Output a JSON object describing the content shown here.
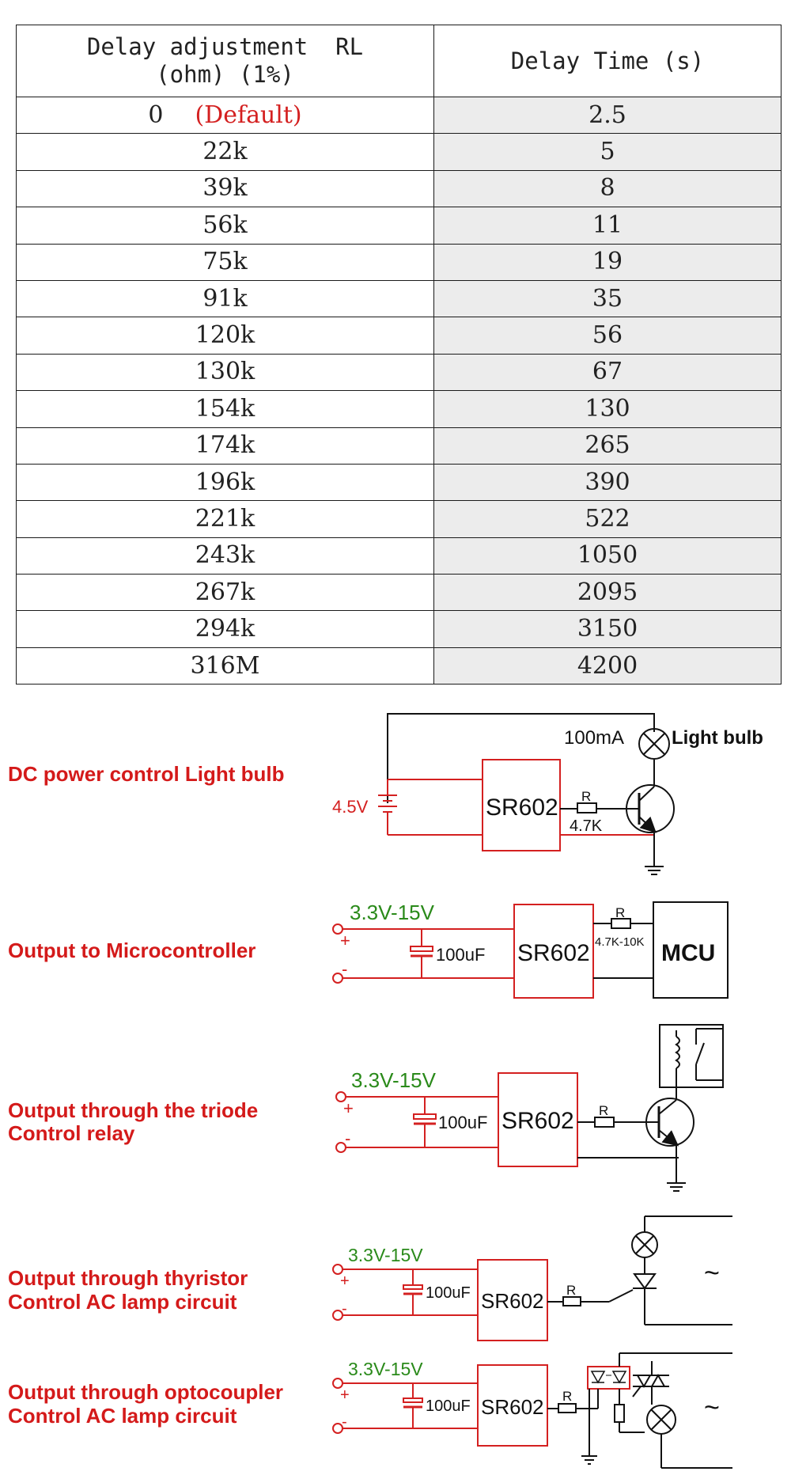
{
  "table": {
    "header": {
      "col1_line1": "Delay adjustment  RL",
      "col1_line2": "(ohm) (1%)",
      "col2": "Delay Time (s)"
    },
    "rows": [
      {
        "rl": "0",
        "note": "(Default)",
        "time": "2.5"
      },
      {
        "rl": "22k",
        "time": "5"
      },
      {
        "rl": "39k",
        "time": "8"
      },
      {
        "rl": "56k",
        "time": "11"
      },
      {
        "rl": "75k",
        "time": "19"
      },
      {
        "rl": "91k",
        "time": "35"
      },
      {
        "rl": "120k",
        "time": "56"
      },
      {
        "rl": "130k",
        "time": "67"
      },
      {
        "rl": "154k",
        "time": "130"
      },
      {
        "rl": "174k",
        "time": "265"
      },
      {
        "rl": "196k",
        "time": "390"
      },
      {
        "rl": "221k",
        "time": "522"
      },
      {
        "rl": "243k",
        "time": "1050"
      },
      {
        "rl": "267k",
        "time": "2095"
      },
      {
        "rl": "294k",
        "time": "3150"
      },
      {
        "rl": "316M",
        "time": "4200"
      }
    ]
  },
  "colors": {
    "wire_red": "#d42020",
    "voltage_green": "#2a8a1a",
    "label_red": "#d41a1a",
    "black": "#111111"
  },
  "circuits": [
    {
      "label_lines": [
        "DC power control Light bulb"
      ],
      "module": "SR602",
      "supply": "4.5V",
      "current": "100mA",
      "load": "Light bulb",
      "resistor": "R",
      "resistor_value": "4.7K"
    },
    {
      "label_lines": [
        "Output to Microcontroller"
      ],
      "module": "SR602",
      "supply": "3.3V-15V",
      "capacitor": "100uF",
      "resistor": "R",
      "resistor_value": "4.7K-10K",
      "load": "MCU",
      "plus": "+",
      "minus": "-"
    },
    {
      "label_lines": [
        "Output through the triode",
        "Control relay"
      ],
      "module": "SR602",
      "supply": "3.3V-15V",
      "capacitor": "100uF",
      "resistor": "R",
      "plus": "+",
      "minus": "-"
    },
    {
      "label_lines": [
        "Output through thyristor",
        "Control AC lamp circuit"
      ],
      "module": "SR602",
      "supply": "3.3V-15V",
      "capacitor": "100uF",
      "resistor": "R",
      "ac_symbol": "~",
      "plus": "+",
      "minus": "-"
    },
    {
      "label_lines": [
        "Output through optocoupler",
        "Control AC lamp circuit"
      ],
      "module": "SR602",
      "supply": "3.3V-15V",
      "capacitor": "100uF",
      "resistor": "R",
      "ac_symbol": "~",
      "plus": "+",
      "minus": "-"
    }
  ]
}
